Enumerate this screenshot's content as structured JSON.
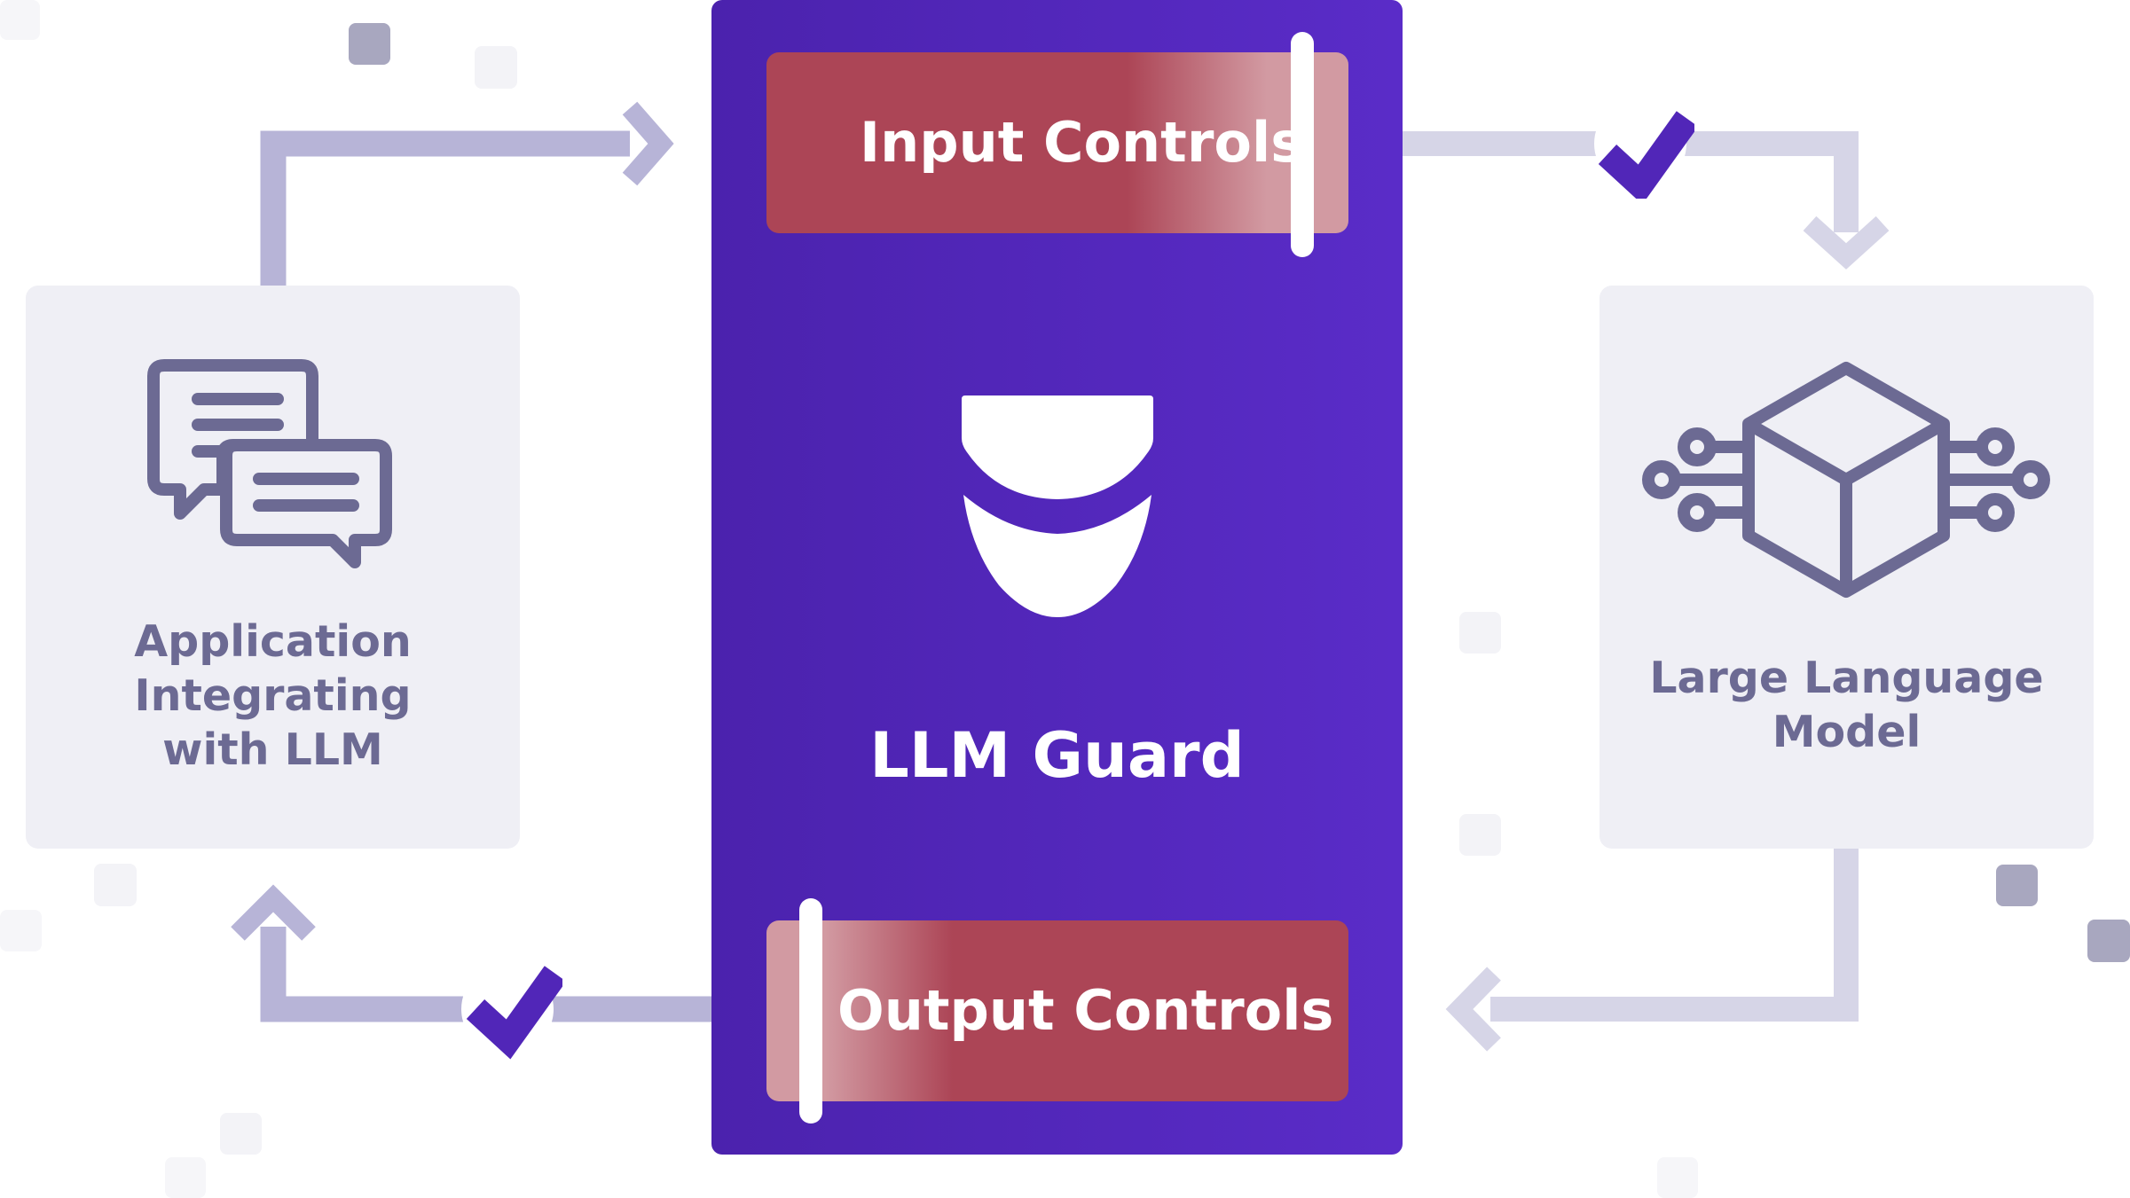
{
  "app_panel": {
    "label_lines": [
      "Application",
      "Integrating",
      "with LLM"
    ],
    "icon": "chat-bubbles-icon"
  },
  "llm_panel": {
    "label_lines": [
      "Large Language",
      "Model"
    ],
    "icon": "cube-circuit-icon"
  },
  "guard": {
    "title": "LLM Guard",
    "logo": "shield-logo-icon",
    "input_controls": "Input Controls",
    "output_controls": "Output Controls"
  },
  "flow_icons": [
    "check-icon",
    "check-icon"
  ],
  "colors": {
    "guard_purple": "#5126b8",
    "control_red": "#ac4556",
    "control_light": "#d29aa2",
    "panel_gray": "#efeff5",
    "icon_slate": "#6c6a93",
    "arrow_lavender": "#b7b4d7",
    "arrow_light": "#d6d5e7",
    "check_purple": "#5126b8"
  }
}
